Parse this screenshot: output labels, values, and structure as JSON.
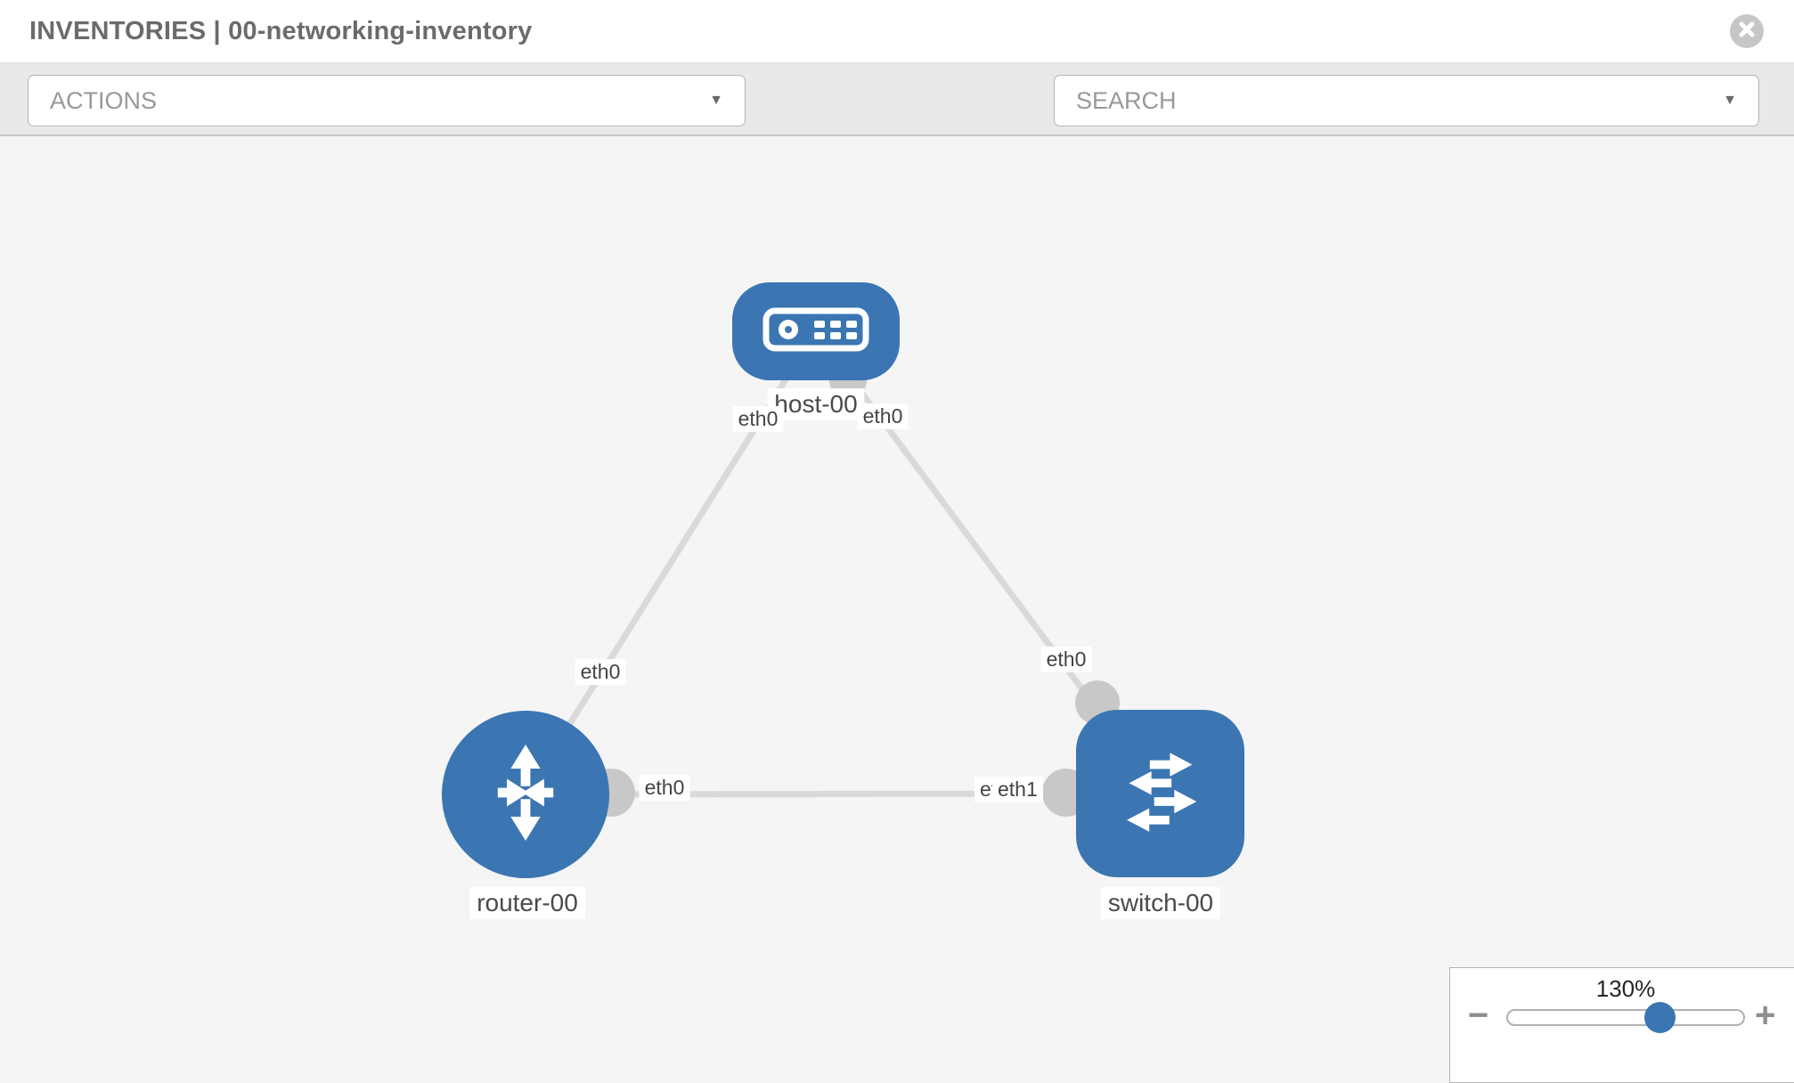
{
  "header": {
    "title": "INVENTORIES | 00-networking-inventory"
  },
  "toolbar": {
    "actions_label": "ACTIONS",
    "search_label": "SEARCH",
    "caret_glyph": "▼",
    "icons": [
      "wrench-icon",
      "key-icon"
    ]
  },
  "topology": {
    "nodes": [
      {
        "id": "host-00",
        "label": "host-00",
        "type": "host",
        "icon": "host-icon"
      },
      {
        "id": "router-00",
        "label": "router-00",
        "type": "router",
        "icon": "router-icon"
      },
      {
        "id": "switch-00",
        "label": "switch-00",
        "type": "switch",
        "icon": "switch-icon"
      }
    ],
    "links": [
      {
        "from": "host-00",
        "to": "router-00"
      },
      {
        "from": "host-00",
        "to": "switch-00"
      },
      {
        "from": "router-00",
        "to": "switch-00"
      }
    ],
    "interfaces": {
      "host_router_host_end": "eth0",
      "host_switch_host_end": "eth0",
      "host_router_mid": "eth0",
      "host_switch_switch_end": "eth0",
      "router_switch_router_end": "eth0",
      "router_switch_switch_end_back": "eth0",
      "router_switch_switch_end_front": "eth1"
    }
  },
  "zoom_control": {
    "level": "130%",
    "minus_glyph": "−",
    "plus_glyph": "+"
  },
  "colors": {
    "node_blue": "#3b76b2",
    "link_gray": "#d9d9d9",
    "interface_gray": "#c8c8c8",
    "toolbar_bg": "#e9e9e9",
    "canvas_bg": "#f5f5f5"
  }
}
